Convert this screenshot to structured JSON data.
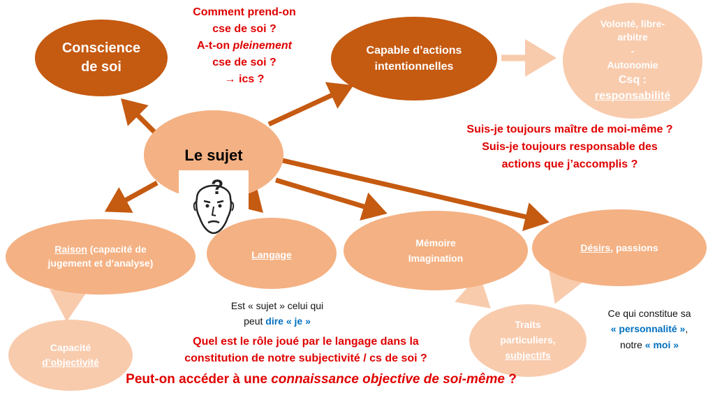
{
  "nodes": {
    "sujet": "Le sujet",
    "conscience": "Conscience de soi",
    "capable": "Capable d’actions intentionnelles",
    "volonte": {
      "l1": "Volonté, libre-arbitre",
      "l2": "-",
      "l3": "Autonomie",
      "l4": "Csq :",
      "l5": "responsabilité"
    },
    "raison": {
      "term": "Raison",
      "rest": " (capacité de jugement et d’analyse)"
    },
    "langage": "Langage",
    "memoire": {
      "l1": "Mémoire",
      "l2": "Imagination"
    },
    "desirs": {
      "term": "Désirs",
      "rest": ", passions"
    },
    "objectivite": {
      "l1": "Capacité",
      "l2": "d’objectivité"
    },
    "traits": {
      "l1": "Traits",
      "l2": "particuliers,",
      "l3": "subjectifs"
    }
  },
  "questions": {
    "conscience": {
      "l1": "Comment prend-on",
      "l2": "cse de soi ?",
      "l3a": "A-t-on ",
      "l3b": "pleinement",
      "l4": "cse de soi ?",
      "l5": "→ ics  ?"
    },
    "maitre": {
      "l1": "Suis-je toujours maître de moi-même ?",
      "l2": "Suis-je toujours responsable des",
      "l3": "actions que j’accomplis ?"
    },
    "langage": {
      "l1": "Quel est le rôle joué par le langage dans la",
      "l2": "constitution de notre subjectivité / cs de soi ?"
    },
    "bottom": {
      "a": "Peut-on accéder à une ",
      "b": "connaissance objective de soi-même",
      "c": " ?"
    }
  },
  "notes": {
    "sujet_dire": {
      "l1": "Est « sujet » celui qui",
      "l2a": "peut ",
      "l2b": "dire « je »"
    },
    "personnalite": {
      "l1": "Ce qui constitue sa",
      "l2a": "« personnalité »",
      "l2b": ",",
      "l3a": "notre ",
      "l3b": "« moi »"
    }
  },
  "icons": {
    "face": "thinking-face-question-icon"
  },
  "colors": {
    "dark": "#c55a11",
    "mid": "#f4b183",
    "light": "#f8cbad",
    "red": "#e00000",
    "blue": "#0070c0"
  }
}
